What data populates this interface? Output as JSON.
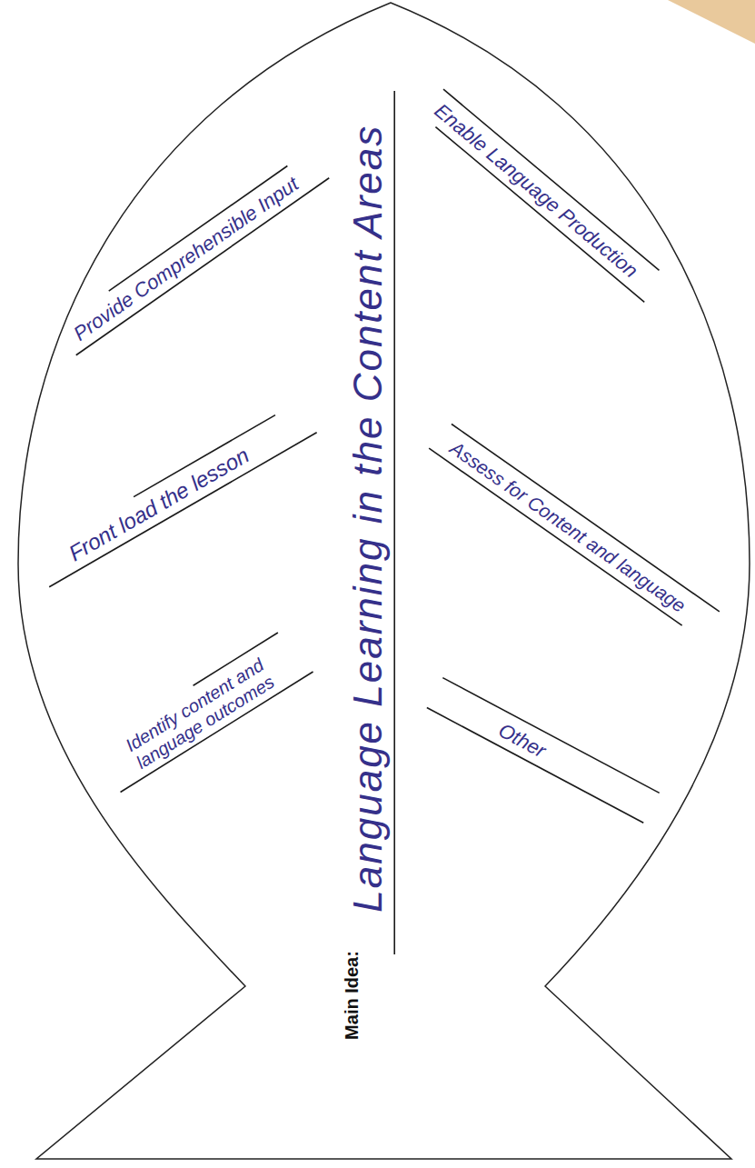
{
  "diagram": {
    "labels": [
      "Provide Comprehensible Input",
      "Enable Language Production",
      "Front load the lesson",
      "Assess for Content and language",
      "Identify content and language outcomes",
      "Other",
      "Language Learning in the Content Areas",
      "Main Idea:"
    ]
  }
}
